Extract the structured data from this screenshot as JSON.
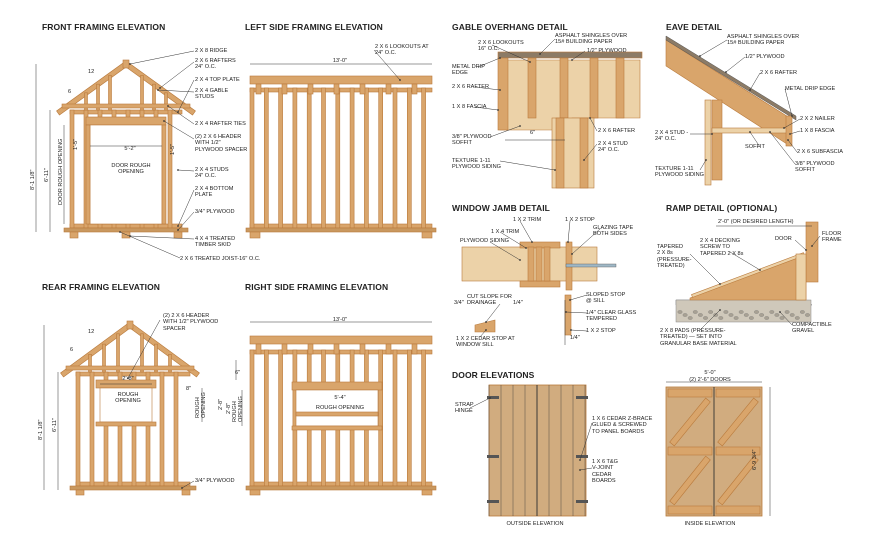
{
  "colors": {
    "wood": "#d9a56b",
    "wood_dark": "#b97a3c",
    "wood_light": "#ecd2a8",
    "line": "#333333",
    "ground": "#b8b0a0",
    "door_wood": "#d1ac7f"
  },
  "titles": {
    "front": "FRONT FRAMING ELEVATION",
    "left": "LEFT SIDE FRAMING ELEVATION",
    "gable": "GABLE OVERHANG DETAIL",
    "eave": "EAVE DETAIL",
    "rear": "REAR FRAMING ELEVATION",
    "right": "RIGHT SIDE FRAMING ELEVATION",
    "window": "WINDOW JAMB DETAIL",
    "ramp": "RAMP DETAIL (OPTIONAL)",
    "doors": "DOOR ELEVATIONS"
  },
  "front": {
    "dim_12": "12",
    "dim_6": "6",
    "width": "5'-2\"",
    "rough_opening": "DOOR ROUGH\nOPENING",
    "height_total": "8'-1 1/8\"",
    "height_wall": "6'-11\"",
    "door_opening_vert": "DOOR ROUGH OPENING",
    "dim_15_left": "1'-5\"",
    "dim_15_right": "1'-5\""
  },
  "front_callouts": [
    "2 X 8 RIDGE",
    "2 X 6 RAFTERS\n24\" O.C.",
    "2 X 4 TOP PLATE",
    "2 X 4 GABLE\nSTUDS",
    "2 X 4 RAFTER TIES",
    "(2) 2 X 6 HEADER\nWITH 1/2\"\nPLYWOOD SPACER",
    "2 X 4 STUDS\n24\" O.C.",
    "2 X 4 BOTTOM\nPLATE",
    "3/4\" PLYWOOD",
    "4 X 4 TREATED\nTIMBER SKID",
    "2 X 6 TREATED JOIST-16\" O.C."
  ],
  "left": {
    "width": "13'-0\"",
    "lookouts": "2 X 6 LOOKOUTS AT\n24\" O.C."
  },
  "gable_callouts": [
    "2 X 6 LOOKOUTS\n16\" O.C.",
    "ASPHALT SHINGLES OVER\n15# BUILDING PAPER",
    "METAL DRIP\nEDGE",
    "1/2\" PLYWOOD",
    "2 X 6 RAFTER",
    "1 X 8 FASCIA",
    "2 X 6 RAFTER",
    "3/8\" PLYWOOD\nSOFFIT",
    "2 X 4 STUD\n24\" O.C.",
    "TEXTURE 1-11\nPLYWOOD SIDING"
  ],
  "gable_dim": "6\"",
  "eave_callouts": [
    "ASPHALT SHINGLES OVER\n15# BUILDING PAPER",
    "1/2\" PLYWOOD",
    "2 X 6 RAFTER",
    "METAL DRIP EDGE",
    "2 X 2 NAILER",
    "1 X 8 FASCIA",
    "2 X 4 STUD -\n24\" O.C.",
    "SOFFIT",
    "2 X 6 SUBFASCIA",
    "3/8\" PLYWOOD\nSOFFIT",
    "TEXTURE 1-11\nPLYWOOD SIDING"
  ],
  "window_callouts": [
    "1 X 2 TRIM",
    "1 X 2 STOP",
    "1 X 4 TRIM",
    "GLAZING TAPE\nBOTH SIDES",
    "PLYWOOD SIDING",
    "SLOPED STOP\n@ SILL",
    "CUT SLOPE FOR\nDRAINAGE",
    "1/4\" CLEAR GLASS\nTEMPERED",
    "1 X 2 CEDAR STOP AT\nWINDOW SILL",
    "1 X 2 STOP"
  ],
  "window_dims": [
    "3/4\"",
    "1/4\"",
    "1/4\""
  ],
  "ramp_callouts": [
    "2'-0\" (OR DESIRED LENGTH)",
    "DOOR",
    "FLOOR\nFRAME",
    "TAPERED\n2 X 8s\n(PRESSURE-\nTREATED)",
    "2 X 4 DECKING\nSCREW TO\nTAPERED 2 X 8s",
    "2 X 8 PADS (PRESSURE-\nTREATED) — SET INTO\nGRANULAR BASE MATERIAL",
    "COMPACTIBLE\nGRAVEL"
  ],
  "rear": {
    "dim_12": "12",
    "dim_6": "6",
    "height_total": "8'-1 1/8\"",
    "height_wall": "6'-11\"",
    "win_width": "2'-8\"",
    "win_label": "ROUGH\nOPENING",
    "dim_8": "8\"",
    "rough_v": "ROUGH\nOPENING",
    "dim_28": "2'-8\"",
    "header": "(2) 2 X 6 HEADER\nWITH 1/2\" PLYWOOD\nSPACER",
    "plywood": "3/4\" PLYWOOD"
  },
  "right": {
    "width": "13'-0\"",
    "dim_6": "6\"",
    "win_width": "5'-4\"",
    "win_label": "ROUGH OPENING",
    "rough_v": "ROUGH\nOPENING",
    "dim_28": "2'-8\""
  },
  "doors": {
    "strap_hinge": "STRAP\nHINGE",
    "z_brace": "1 X 6 CEDAR Z-BRACE\nGLUED & SCREWED\nTO PANEL BOARDS",
    "boards": "1 X 6 T&G\nV-JOINT\nCEDAR\nBOARDS",
    "outside": "OUTSIDE ELEVATION",
    "inside": "INSIDE ELEVATION",
    "width": "5'-0\"",
    "doors_label": "(2) 2'-6\" DOORS",
    "height": "6'-9 3/4\""
  }
}
